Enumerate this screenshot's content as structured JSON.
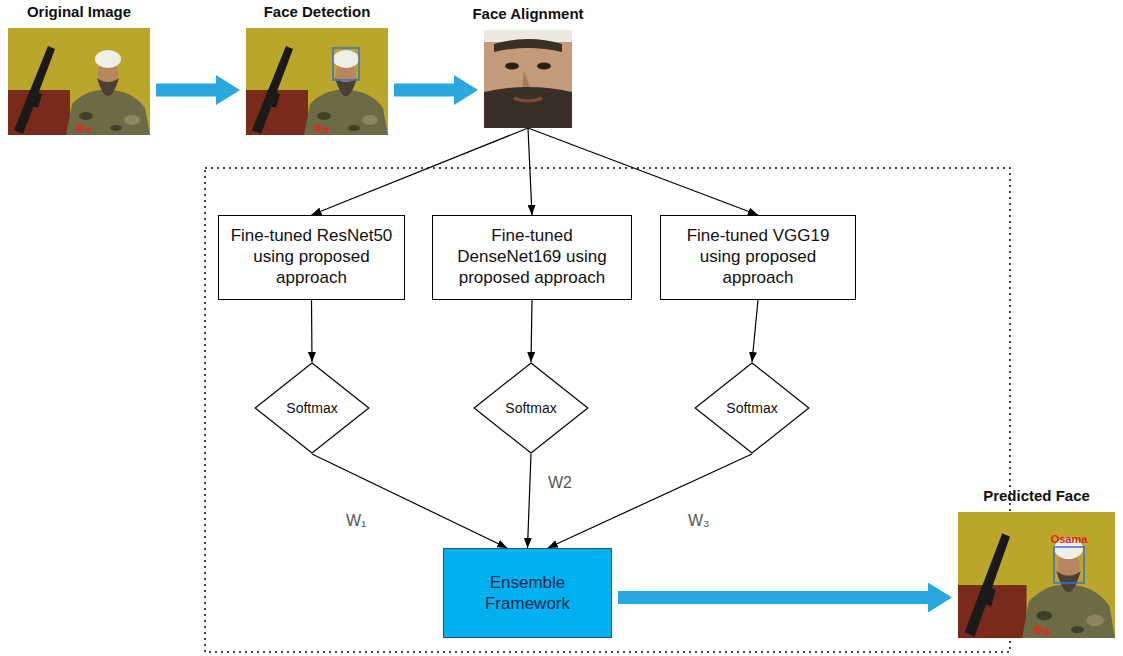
{
  "diagram": {
    "nodes": [
      {
        "text": [
          "Original Image"
        ]
      },
      {
        "text": [
          "Face Detection"
        ]
      },
      {
        "text": [
          "Face Alignment"
        ]
      },
      {
        "text": [
          "Fine-tuned ResNet50 using proposed approach"
        ]
      },
      {
        "text": [
          "Fine-tuned DenseNet169 using proposed approach"
        ]
      },
      {
        "text": [
          "Fine-tuned VGG19 using proposed approach"
        ]
      },
      {
        "text": [
          "Softmax"
        ]
      },
      {
        "text": [
          "Softmax"
        ]
      },
      {
        "text": [
          "Softmax"
        ]
      },
      {
        "text": [
          "Ensemble Framework"
        ]
      },
      {
        "text": [
          "Predicted Face"
        ]
      }
    ],
    "edges": [
      {
        "from": 0,
        "to": 1,
        "arrow": "to"
      },
      {
        "from": 1,
        "to": 2,
        "arrow": "to"
      },
      {
        "from": 2,
        "to": 3,
        "arrow": "to"
      },
      {
        "from": 2,
        "to": 4,
        "arrow": "to"
      },
      {
        "from": 2,
        "to": 5,
        "arrow": "to"
      },
      {
        "from": 3,
        "to": 6,
        "arrow": "to"
      },
      {
        "from": 4,
        "to": 7,
        "arrow": "to"
      },
      {
        "from": 5,
        "to": 8,
        "arrow": "to"
      },
      {
        "from": 6,
        "to": 9,
        "label": "W₁",
        "arrow": "to"
      },
      {
        "from": 7,
        "to": 9,
        "label": "W2",
        "arrow": "to"
      },
      {
        "from": 8,
        "to": 9,
        "label": "W₃",
        "arrow": "to"
      },
      {
        "from": 9,
        "to": 10,
        "arrow": "to"
      }
    ],
    "labels": [
      "Osama"
    ]
  }
}
